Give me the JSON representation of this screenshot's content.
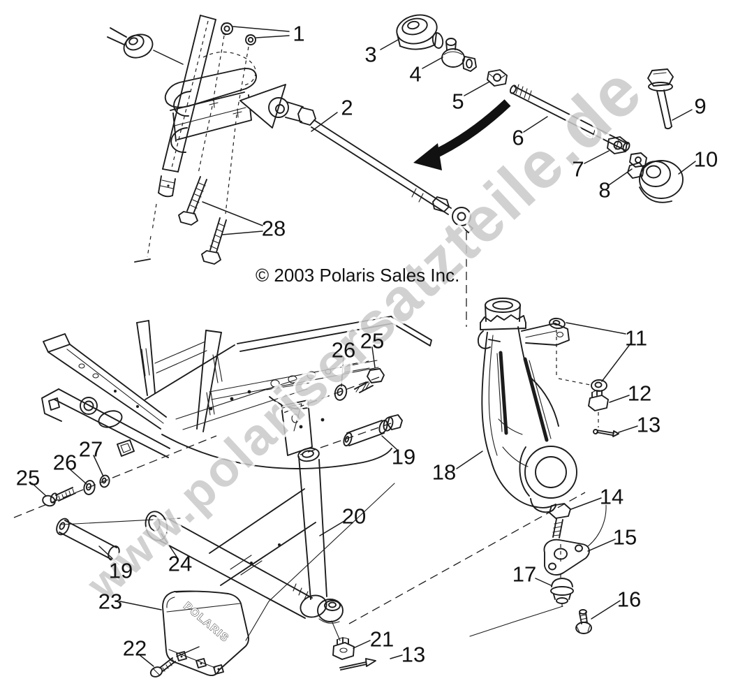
{
  "copyright": "© 2003 Polaris Sales Inc.",
  "watermark": {
    "text": "www.polarisersatzteile.de",
    "fill": "#c9c9c9",
    "outline": "#ffffff"
  },
  "guard_logo": "POLARIS",
  "colors": {
    "line": "#1c1c1c",
    "background": "#ffffff"
  },
  "callouts": [
    {
      "text": "1"
    },
    {
      "text": "2"
    },
    {
      "text": "3"
    },
    {
      "text": "4"
    },
    {
      "text": "5"
    },
    {
      "text": "6"
    },
    {
      "text": "7"
    },
    {
      "text": "8"
    },
    {
      "text": "9"
    },
    {
      "text": "10"
    },
    {
      "text": "28"
    },
    {
      "text": "11"
    },
    {
      "text": "12"
    },
    {
      "text": "13"
    },
    {
      "text": "18"
    },
    {
      "text": "14"
    },
    {
      "text": "15"
    },
    {
      "text": "17"
    },
    {
      "text": "16"
    },
    {
      "text": "25"
    },
    {
      "text": "26"
    },
    {
      "text": "19"
    },
    {
      "text": "27"
    },
    {
      "text": "26"
    },
    {
      "text": "25"
    },
    {
      "text": "19"
    },
    {
      "text": "24"
    },
    {
      "text": "20"
    },
    {
      "text": "23"
    },
    {
      "text": "22"
    },
    {
      "text": "21"
    },
    {
      "text": "13"
    }
  ]
}
